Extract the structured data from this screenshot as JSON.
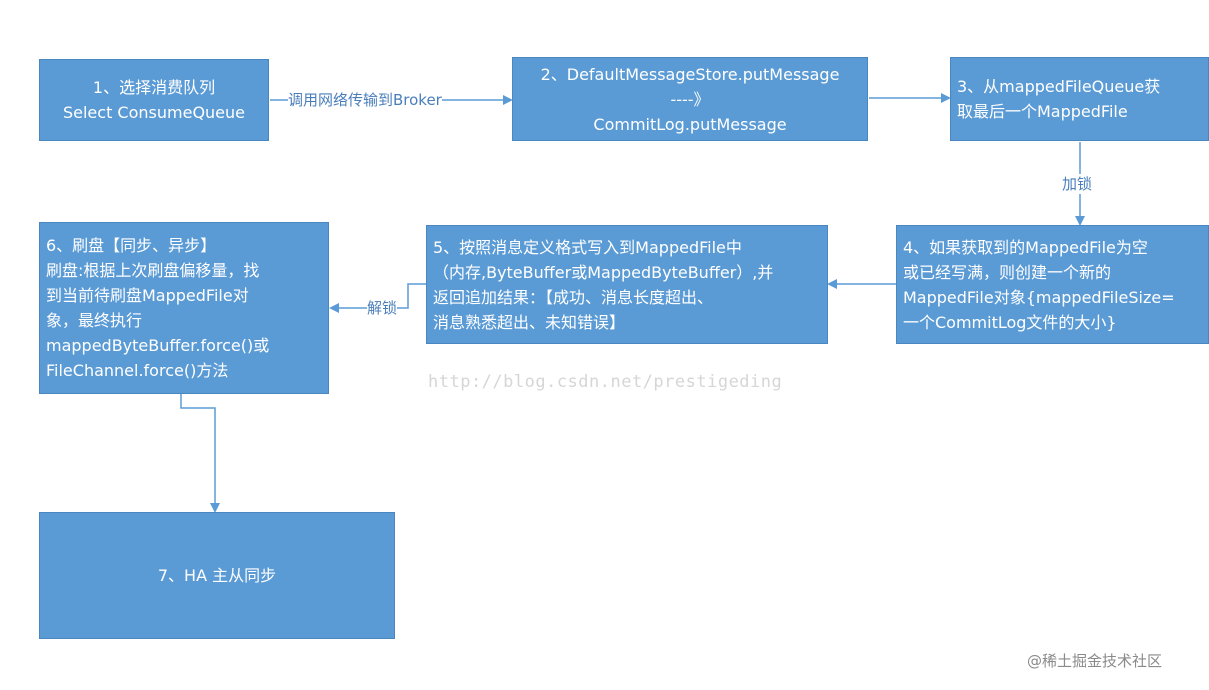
{
  "nodes": {
    "step1": {
      "lines": [
        "1、选择消费队列",
        "Select ConsumeQueue"
      ]
    },
    "step2": {
      "lines": [
        "2、DefaultMessageStore.putMessage",
        "----》",
        "CommitLog.putMessage"
      ]
    },
    "step3": {
      "lines": [
        "3、从mappedFileQueue获",
        "取最后一个MappedFile"
      ]
    },
    "step4": {
      "lines": [
        "4、如果获取到的MappedFile为空",
        "或已经写满，则创建一个新的",
        "MappedFile对象{mappedFileSize=",
        "一个CommitLog文件的大小}"
      ]
    },
    "step5": {
      "lines": [
        "5、按照消息定义格式写入到MappedFile中",
        "（内存,ByteBuffer或MappedByteBuffer）,并",
        "返回追加结果：【成功、消息长度超出、",
        "消息熟悉超出、未知错误】"
      ]
    },
    "step6": {
      "lines": [
        "6、刷盘【同步、异步】",
        "刷盘:根据上次刷盘偏移量，找",
        "到当前待刷盘MappedFile对",
        "象，最终执行",
        "mappedByteBuffer.force()或",
        "FileChannel.force()方法"
      ]
    },
    "step7": {
      "lines": [
        "7、HA 主从同步"
      ]
    }
  },
  "edges": {
    "e1_2": {
      "label": "调用网络传输到Broker"
    },
    "e3_4": {
      "label": "加锁"
    },
    "e5_6": {
      "label": "解锁"
    }
  },
  "watermark": "http://blog.csdn.net/prestigeding",
  "credit": "@稀土掘金技术社区",
  "colors": {
    "box_fill": "#5b9bd5",
    "box_border": "#4a86c0",
    "arrow": "#5b9bd5",
    "edge_label_text": "#4a7ebb",
    "box_text": "#ffffff"
  }
}
